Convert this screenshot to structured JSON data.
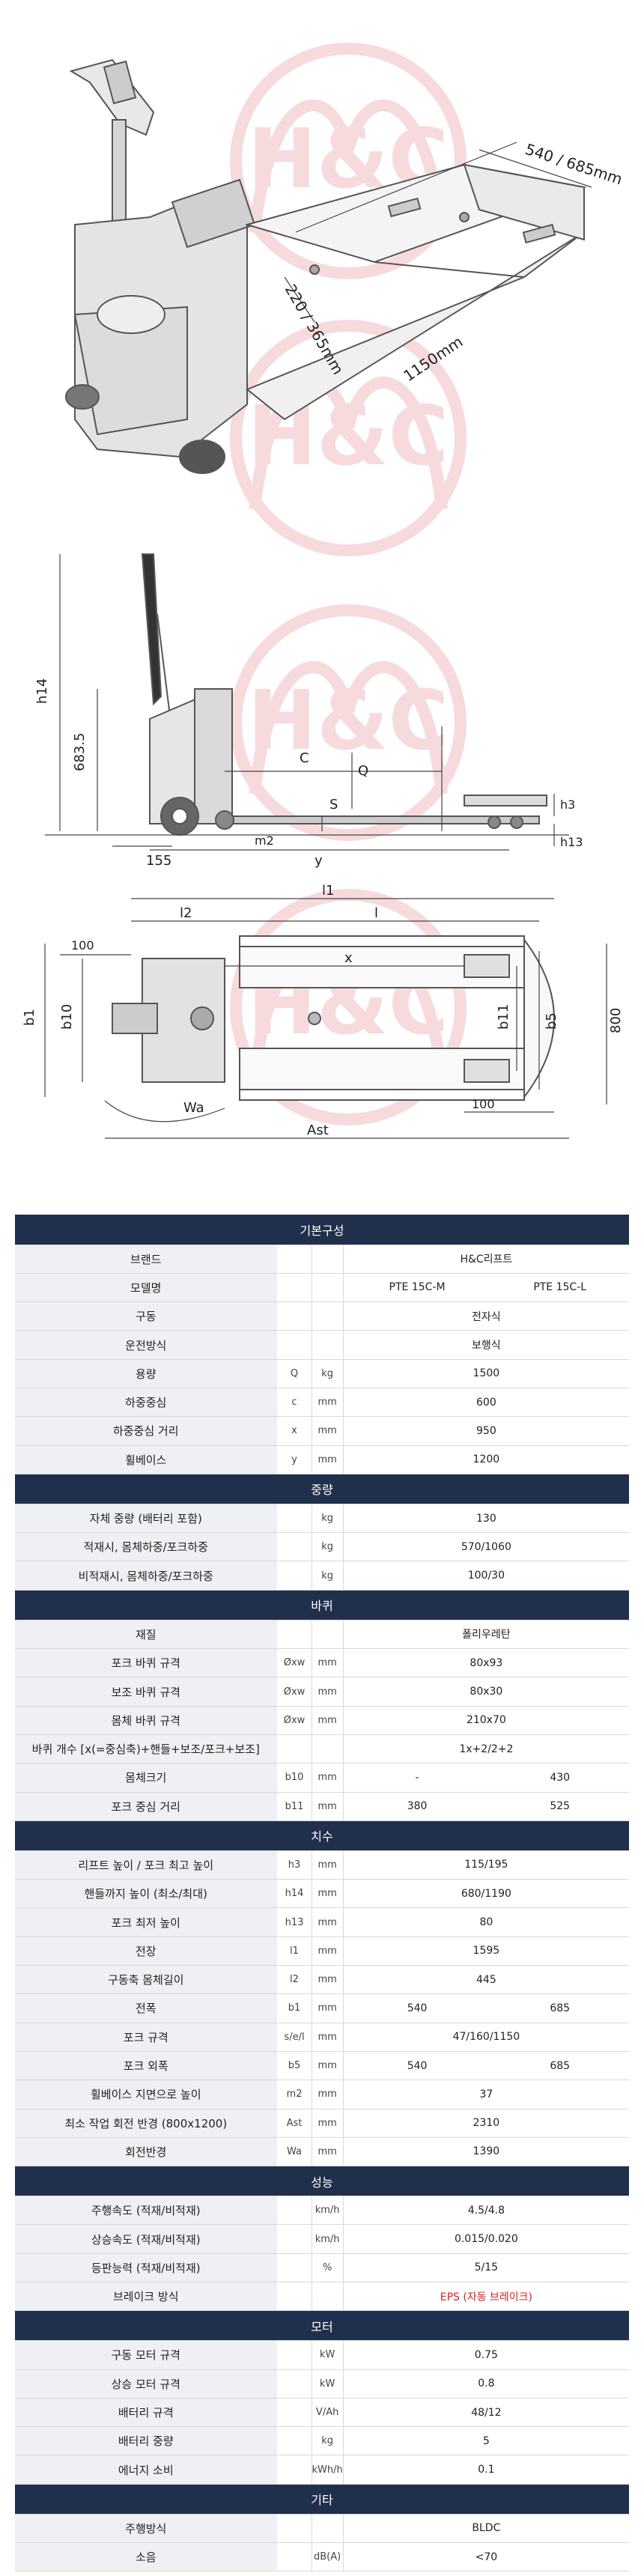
{
  "watermark": "H&C",
  "drawing_labels": {
    "fork_width": "540 / 685mm",
    "fork_length": "1150mm",
    "fork_gap": "220 / 365mm",
    "h14": "h14",
    "h_683": "683.5",
    "c": "C",
    "q": "Q",
    "s": "S",
    "h3": "h3",
    "h13": "h13",
    "m2": "m2",
    "y": "y",
    "d155": "155",
    "l1": "l1",
    "l2": "l2",
    "l": "l",
    "x": "x",
    "d100a": "100",
    "d100b": "100",
    "b1": "b1",
    "b10": "b10",
    "b11": "b11",
    "b5": "b5",
    "d800": "800",
    "wa": "Wa",
    "ast": "Ast"
  },
  "spec": {
    "sections": [
      {
        "title": "기본구성",
        "rows": [
          {
            "label": "브랜드",
            "sym": "",
            "unit": "",
            "v": "H&C리프트"
          },
          {
            "label": "모델명",
            "sym": "",
            "unit": "",
            "v1": "PTE 15C-M",
            "v2": "PTE 15C-L"
          },
          {
            "label": "구동",
            "sym": "",
            "unit": "",
            "v": "전자식"
          },
          {
            "label": "운전방식",
            "sym": "",
            "unit": "",
            "v": "보행식"
          },
          {
            "label": "용량",
            "sym": "Q",
            "unit": "kg",
            "v": "1500"
          },
          {
            "label": "하중중심",
            "sym": "c",
            "unit": "mm",
            "v": "600"
          },
          {
            "label": "하중중심 거리",
            "sym": "x",
            "unit": "mm",
            "v": "950"
          },
          {
            "label": "휠베이스",
            "sym": "y",
            "unit": "mm",
            "v": "1200"
          }
        ]
      },
      {
        "title": "중량",
        "rows": [
          {
            "label": "자체 중량 (배터리 포함)",
            "sym": "",
            "unit": "kg",
            "v": "130"
          },
          {
            "label": "적재시, 몸체하중/포크하중",
            "sym": "",
            "unit": "kg",
            "v": "570/1060"
          },
          {
            "label": "비적재시, 몸체하중/포크하중",
            "sym": "",
            "unit": "kg",
            "v": "100/30"
          }
        ]
      },
      {
        "title": "바퀴",
        "rows": [
          {
            "label": "재질",
            "sym": "",
            "unit": "",
            "v": "폴리우레탄"
          },
          {
            "label": "포크 바퀴 규격",
            "sym": "Øxw",
            "unit": "mm",
            "v": "80x93"
          },
          {
            "label": "보조 바퀴 규격",
            "sym": "Øxw",
            "unit": "mm",
            "v": "80x30"
          },
          {
            "label": "몸체 바퀴 규격",
            "sym": "Øxw",
            "unit": "mm",
            "v": "210x70"
          },
          {
            "label": "바퀴 개수 [x(=중심축)+핸들+보조/포크+보조]",
            "sym": "",
            "unit": "",
            "v": "1x+2/2+2"
          },
          {
            "label": "몸체크기",
            "sym": "b10",
            "unit": "mm",
            "v1": "-",
            "v2": "430"
          },
          {
            "label": "포크 중심 거리",
            "sym": "b11",
            "unit": "mm",
            "v1": "380",
            "v2": "525"
          }
        ]
      },
      {
        "title": "치수",
        "rows": [
          {
            "label": "리프트 높이 / 포크 최고 높이",
            "sym": "h3",
            "unit": "mm",
            "v": "115/195"
          },
          {
            "label": "핸들까지 높이 (최소/최대)",
            "sym": "h14",
            "unit": "mm",
            "v": "680/1190"
          },
          {
            "label": "포크 최저 높이",
            "sym": "h13",
            "unit": "mm",
            "v": "80"
          },
          {
            "label": "전장",
            "sym": "l1",
            "unit": "mm",
            "v": "1595"
          },
          {
            "label": "구동축 몸체길이",
            "sym": "l2",
            "unit": "mm",
            "v": "445"
          },
          {
            "label": "전폭",
            "sym": "b1",
            "unit": "mm",
            "v1": "540",
            "v2": "685"
          },
          {
            "label": "포크 규격",
            "sym": "s/e/l",
            "unit": "mm",
            "v": "47/160/1150"
          },
          {
            "label": "포크 외폭",
            "sym": "b5",
            "unit": "mm",
            "v1": "540",
            "v2": "685"
          },
          {
            "label": "휠베이스 지면으로 높이",
            "sym": "m2",
            "unit": "mm",
            "v": "37"
          },
          {
            "label": "최소 작업 회전 반경 (800x1200)",
            "sym": "Ast",
            "unit": "mm",
            "v": "2310"
          },
          {
            "label": "회전반경",
            "sym": "Wa",
            "unit": "mm",
            "v": "1390"
          }
        ]
      },
      {
        "title": "성능",
        "rows": [
          {
            "label": "주행속도 (적재/비적재)",
            "sym": "",
            "unit": "km/h",
            "v": "4.5/4.8"
          },
          {
            "label": "상승속도 (적재/비적재)",
            "sym": "",
            "unit": "km/h",
            "v": "0.015/0.020"
          },
          {
            "label": "등판능력 (적재/비적재)",
            "sym": "",
            "unit": "%",
            "v": "5/15"
          },
          {
            "label": "브레이크 방식",
            "sym": "",
            "unit": "",
            "v": "EPS (자동 브레이크)",
            "red": true
          }
        ]
      },
      {
        "title": "모터",
        "rows": [
          {
            "label": "구동 모터 규격",
            "sym": "",
            "unit": "kW",
            "v": "0.75"
          },
          {
            "label": "상승 모터 규격",
            "sym": "",
            "unit": "kW",
            "v": "0.8"
          },
          {
            "label": "배터리 규격",
            "sym": "",
            "unit": "V/Ah",
            "v": "48/12"
          },
          {
            "label": "배터리 중량",
            "sym": "",
            "unit": "kg",
            "v": "5"
          },
          {
            "label": "에너지 소비",
            "sym": "",
            "unit": "kWh/h",
            "v": "0.1"
          }
        ]
      },
      {
        "title": "기타",
        "rows": [
          {
            "label": "주행방식",
            "sym": "",
            "unit": "",
            "v": "BLDC"
          },
          {
            "label": "소음",
            "sym": "",
            "unit": "dB(A)",
            "v": "<70"
          }
        ]
      }
    ]
  }
}
